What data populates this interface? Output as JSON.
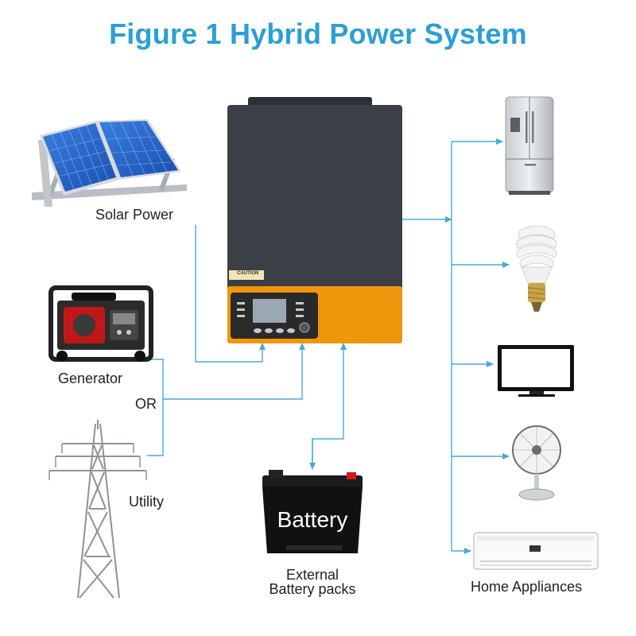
{
  "title": "Figure 1 Hybrid Power System",
  "labels": {
    "solar": "Solar Power",
    "generator": "Generator",
    "or": "OR",
    "utility": "Utility",
    "battery_text": "Battery",
    "battery_caption_line1": "External",
    "battery_caption_line2": "Battery packs",
    "appliances": "Home Appliances",
    "caution": "CAUTION"
  },
  "colors": {
    "title": "#2a9fd6",
    "connector": "#4aa8d8",
    "inverter_body": "#3b3f46",
    "inverter_panel": "#f0960c"
  },
  "icons": [
    "solar-panel-icon",
    "generator-icon",
    "power-tower-icon",
    "inverter-icon",
    "battery-icon",
    "refrigerator-icon",
    "light-bulb-icon",
    "television-icon",
    "fan-icon",
    "air-conditioner-icon"
  ]
}
